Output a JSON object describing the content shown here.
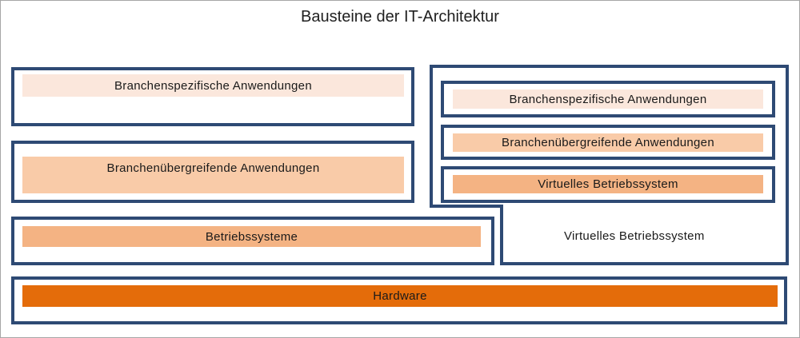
{
  "title": "Bausteine der IT-Architektur",
  "left": {
    "branchenspezifisch": "Branchenspezifische Anwendungen",
    "branchenuebergreifend": "Branchenübergreifende Anwendungen",
    "betriebssysteme": "Betriebssysteme"
  },
  "right": {
    "branchenspezifisch": "Branchenspezifische Anwendungen",
    "branchenuebergreifend": "Branchenübergreifende Anwendungen",
    "virtuelles_bs": "Virtuelles Betriebssystem",
    "container_label": "Virtuelles Betriebssystem"
  },
  "hardware": "Hardware",
  "colors": {
    "border": "#2e4a74",
    "fill_light": "#fbe7dc",
    "fill_mid": "#f9cba8",
    "fill_strong": "#f4b383",
    "fill_hardware": "#e46c0a"
  }
}
